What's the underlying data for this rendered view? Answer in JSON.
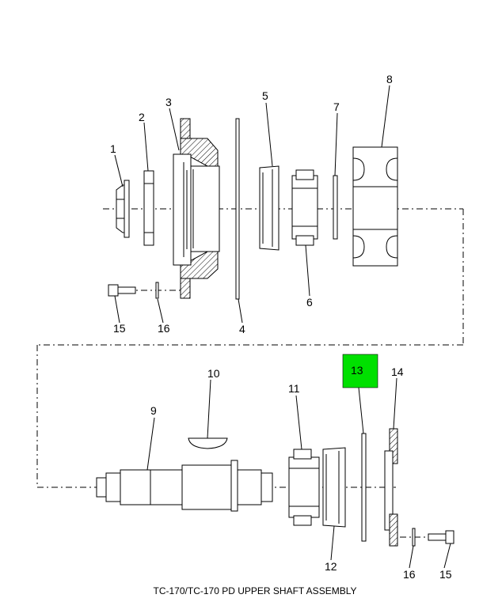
{
  "caption": "TC-170/TC-170 PD UPPER SHAFT ASSEMBLY",
  "highlight_color": "#00e000",
  "callouts": {
    "c1": "1",
    "c2": "2",
    "c3": "3",
    "c4": "4",
    "c5": "5",
    "c6": "6",
    "c7": "7",
    "c8": "8",
    "c9": "9",
    "c10": "10",
    "c11": "11",
    "c12": "12",
    "c13": "13",
    "c14": "14",
    "c15a": "15",
    "c16a": "16",
    "c15b": "15",
    "c16b": "16"
  }
}
